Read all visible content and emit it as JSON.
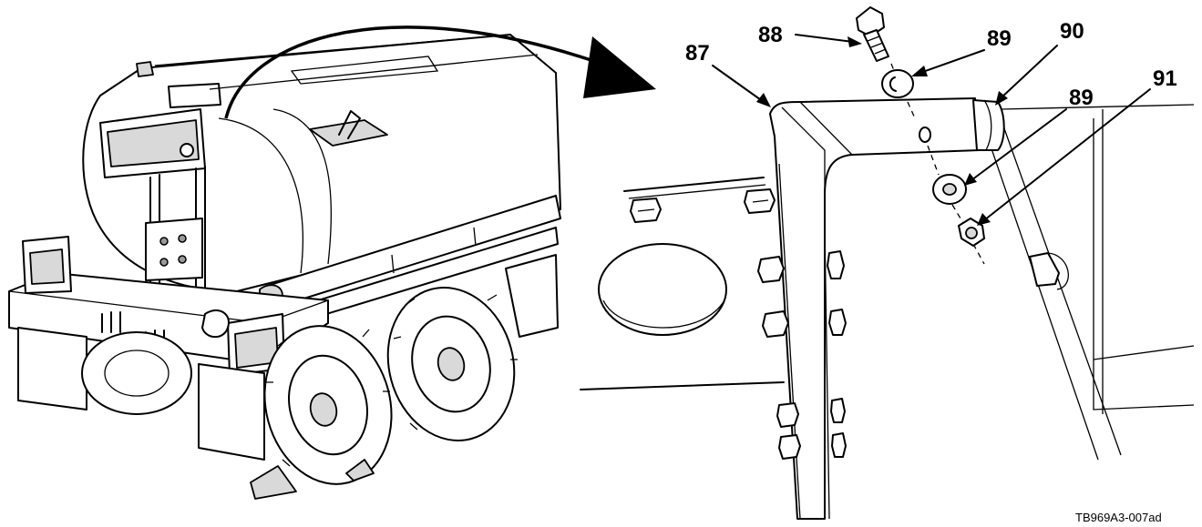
{
  "callouts": {
    "c87": "87",
    "c88": "88",
    "c89a": "89",
    "c89b": "89",
    "c90": "90",
    "c91": "91"
  },
  "figure_id": "TB969A3-007ad",
  "colors": {
    "line": "#000000",
    "shade": "#d9d9d9",
    "background": "#ffffff"
  },
  "icons": [
    "curved-arrow-icon",
    "leader-arrow-icon",
    "bolt-icon",
    "washer-icon",
    "nut-icon"
  ]
}
